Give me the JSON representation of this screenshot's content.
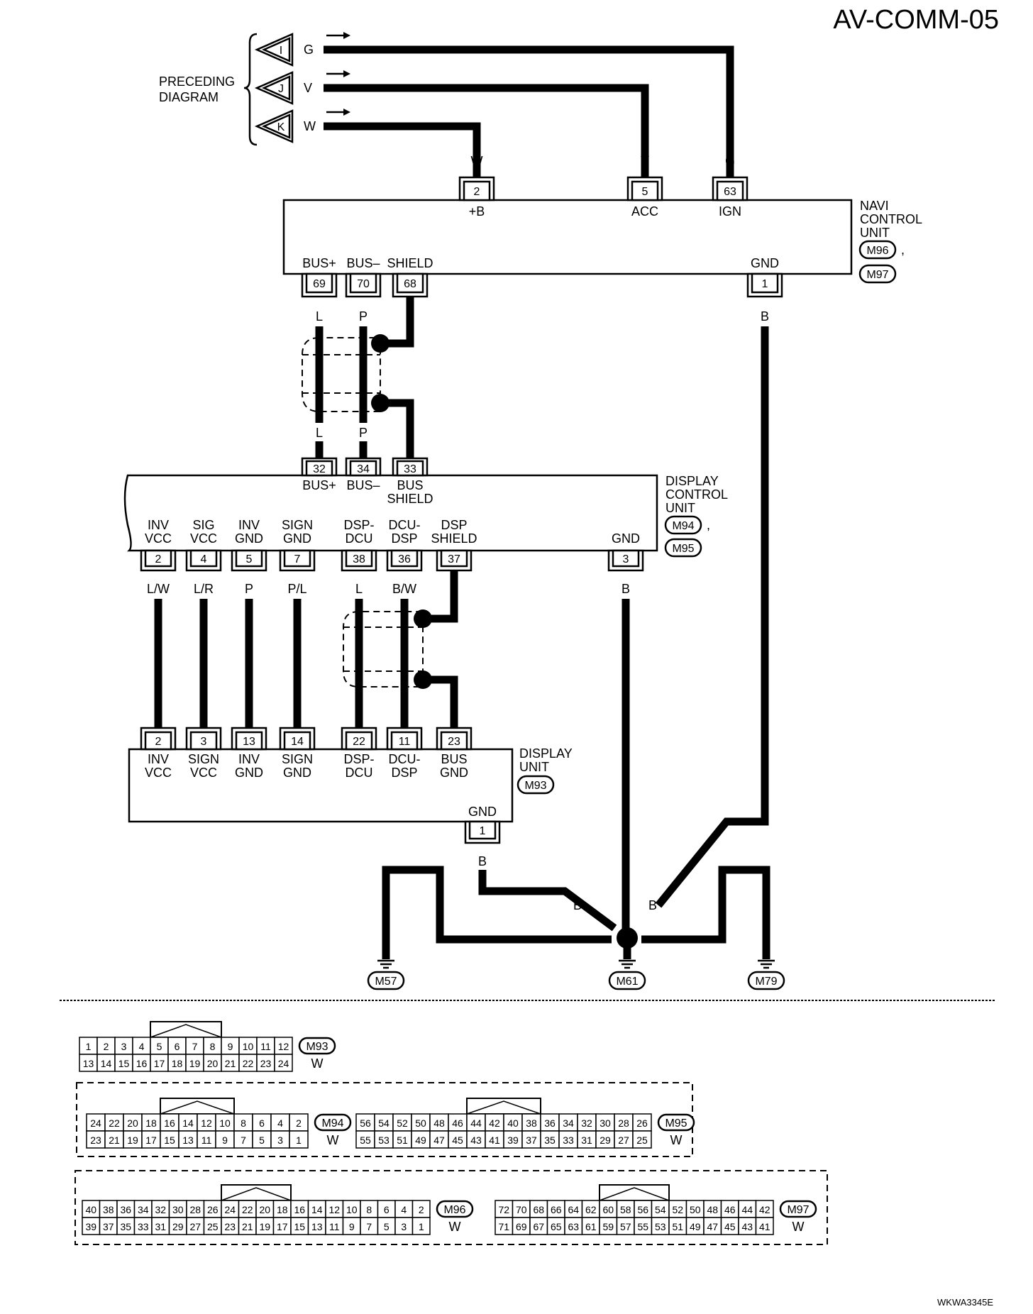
{
  "page_id": "AV-COMM-05",
  "figure_id": "WKWA3345E",
  "preceding": {
    "label_lines": [
      "PRECEDING",
      "DIAGRAM"
    ],
    "refs": [
      {
        "letter": "I",
        "color": "G"
      },
      {
        "letter": "J",
        "color": "V"
      },
      {
        "letter": "K",
        "color": "W"
      }
    ]
  },
  "navi_unit": {
    "name_lines": [
      "NAVI",
      "CONTROL",
      "UNIT"
    ],
    "connectors": [
      "M96",
      "M97"
    ],
    "top_pins": [
      {
        "num": "2",
        "name": "+B",
        "color": "W"
      },
      {
        "num": "5",
        "name": "ACC",
        "color": "V"
      },
      {
        "num": "63",
        "name": "IGN",
        "color": "G"
      }
    ],
    "bottom_pins": [
      {
        "num": "69",
        "name": "BUS+",
        "color": "L"
      },
      {
        "num": "70",
        "name": "BUS–",
        "color": "P"
      },
      {
        "num": "68",
        "name": "SHIELD",
        "color": ""
      },
      {
        "num": "1",
        "name": "GND",
        "color": "B"
      }
    ]
  },
  "display_control_unit": {
    "name_lines": [
      "DISPLAY",
      "CONTROL",
      "UNIT"
    ],
    "connectors": [
      "M94",
      "M95"
    ],
    "top_pins": [
      {
        "num": "32",
        "name_lines": [
          "BUS+"
        ],
        "color": "L"
      },
      {
        "num": "34",
        "name_lines": [
          "BUS–"
        ],
        "color": "P"
      },
      {
        "num": "33",
        "name_lines": [
          "BUS",
          "SHIELD"
        ],
        "color": ""
      }
    ],
    "bottom_pins": [
      {
        "num": "2",
        "name_lines": [
          "INV",
          "VCC"
        ],
        "color": "L/W"
      },
      {
        "num": "4",
        "name_lines": [
          "SIG",
          "VCC"
        ],
        "color": "L/R"
      },
      {
        "num": "5",
        "name_lines": [
          "INV",
          "GND"
        ],
        "color": "P"
      },
      {
        "num": "7",
        "name_lines": [
          "SIGN",
          "GND"
        ],
        "color": "P/L"
      },
      {
        "num": "38",
        "name_lines": [
          "DSP-",
          "DCU"
        ],
        "color": "L"
      },
      {
        "num": "36",
        "name_lines": [
          "DCU-",
          "DSP"
        ],
        "color": "B/W"
      },
      {
        "num": "37",
        "name_lines": [
          "DSP",
          "SHIELD"
        ],
        "color": ""
      },
      {
        "num": "3",
        "name_lines": [
          "GND"
        ],
        "color": "B"
      }
    ]
  },
  "display_unit": {
    "name_lines": [
      "DISPLAY",
      "UNIT"
    ],
    "connectors": [
      "M93"
    ],
    "top_pins": [
      {
        "num": "2",
        "name_lines": [
          "INV",
          "VCC"
        ]
      },
      {
        "num": "3",
        "name_lines": [
          "SIGN",
          "VCC"
        ]
      },
      {
        "num": "13",
        "name_lines": [
          "INV",
          "GND"
        ]
      },
      {
        "num": "14",
        "name_lines": [
          "SIGN",
          "GND"
        ]
      },
      {
        "num": "22",
        "name_lines": [
          "DSP-",
          "DCU"
        ]
      },
      {
        "num": "11",
        "name_lines": [
          "DCU-",
          "DSP"
        ]
      },
      {
        "num": "23",
        "name_lines": [
          "BUS",
          "GND"
        ]
      }
    ],
    "bottom_pins": [
      {
        "num": "1",
        "name": "GND",
        "color": "B"
      }
    ]
  },
  "grounds": {
    "wire_color": "B",
    "points": [
      "M57",
      "M61",
      "M79"
    ]
  },
  "connector_views": [
    {
      "id": "M93",
      "color": "W",
      "top": [
        "1",
        "2",
        "3",
        "4",
        "5",
        "6",
        "7",
        "8",
        "9",
        "10",
        "11",
        "12"
      ],
      "bottom": [
        "13",
        "14",
        "15",
        "16",
        "17",
        "18",
        "19",
        "20",
        "21",
        "22",
        "23",
        "24"
      ]
    },
    {
      "id": "M94",
      "color": "W",
      "top": [
        "24",
        "22",
        "20",
        "18",
        "16",
        "14",
        "12",
        "10",
        "8",
        "6",
        "4",
        "2"
      ],
      "bottom": [
        "23",
        "21",
        "19",
        "17",
        "15",
        "13",
        "11",
        "9",
        "7",
        "5",
        "3",
        "1"
      ]
    },
    {
      "id": "M95",
      "color": "W",
      "top": [
        "56",
        "54",
        "52",
        "50",
        "48",
        "46",
        "44",
        "42",
        "40",
        "38",
        "36",
        "34",
        "32",
        "30",
        "28",
        "26"
      ],
      "bottom": [
        "55",
        "53",
        "51",
        "49",
        "47",
        "45",
        "43",
        "41",
        "39",
        "37",
        "35",
        "33",
        "31",
        "29",
        "27",
        "25"
      ]
    },
    {
      "id": "M96",
      "color": "W",
      "top": [
        "40",
        "38",
        "36",
        "34",
        "32",
        "30",
        "28",
        "26",
        "24",
        "22",
        "20",
        "18",
        "16",
        "14",
        "12",
        "10",
        "8",
        "6",
        "4",
        "2"
      ],
      "bottom": [
        "39",
        "37",
        "35",
        "33",
        "31",
        "29",
        "27",
        "25",
        "23",
        "21",
        "19",
        "17",
        "15",
        "13",
        "11",
        "9",
        "7",
        "5",
        "3",
        "1"
      ]
    },
    {
      "id": "M97",
      "color": "W",
      "top": [
        "72",
        "70",
        "68",
        "66",
        "64",
        "62",
        "60",
        "58",
        "56",
        "54",
        "52",
        "50",
        "48",
        "46",
        "44",
        "42"
      ],
      "bottom": [
        "71",
        "69",
        "67",
        "65",
        "63",
        "61",
        "59",
        "57",
        "55",
        "53",
        "51",
        "49",
        "47",
        "45",
        "43",
        "41"
      ]
    }
  ]
}
